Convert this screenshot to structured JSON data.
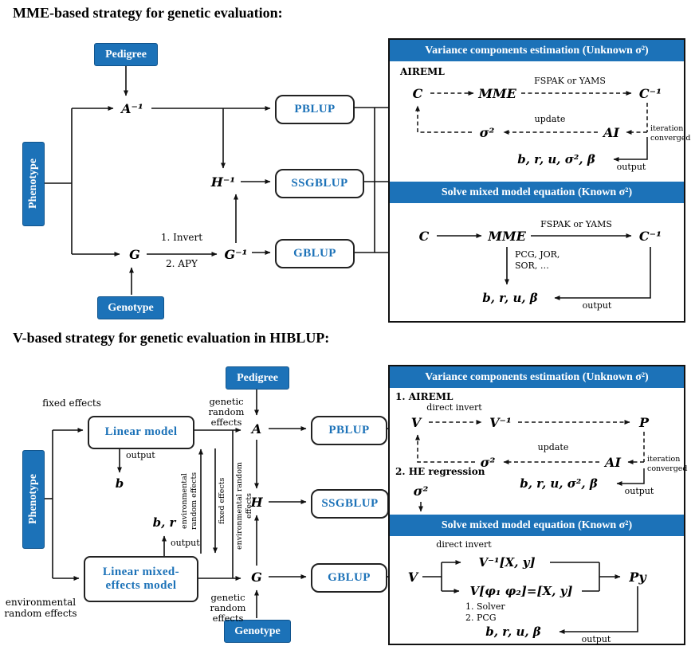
{
  "colors": {
    "blue": "#1c72b8"
  },
  "top": {
    "title": "MME-based strategy for genetic evaluation:",
    "pedigree": "Pedigree",
    "phenotype": "Phenotype",
    "genotype": "Genotype",
    "a_inv": "A⁻¹",
    "h_inv": "H⁻¹",
    "g": "G",
    "g_inv": "G⁻¹",
    "invert_step1": "1. Invert",
    "invert_step2": "2. APY",
    "pblup": "PBLUP",
    "ssgblup": "SSGBLUP",
    "gblup": "GBLUP",
    "vce": {
      "header": "Variance components estimation (Unknown σ²)",
      "method": "AIREML",
      "c": "C",
      "mme": "MME",
      "solver_lib": "FSPAK or YAMS",
      "c_inv": "C⁻¹",
      "update": "update",
      "sigma": "σ²",
      "ai": "AI",
      "iter_line1": "iteration",
      "iter_line2": "converged",
      "result": "b, r, u, σ², β",
      "output": "output"
    },
    "solve": {
      "header": "Solve mixed model equation (Known σ²)",
      "c": "C",
      "mme": "MME",
      "solver_lib": "FSPAK or YAMS",
      "c_inv": "C⁻¹",
      "solvers_line1": "PCG, JOR,",
      "solvers_line2": "SOR, …",
      "result": "b, r, u, β",
      "output": "output"
    }
  },
  "bottom": {
    "title": "V-based strategy for genetic evaluation in HIBLUP:",
    "pedigree": "Pedigree",
    "phenotype": "Phenotype",
    "genotype": "Genotype",
    "linear_model": "Linear model",
    "mixed_model_line1": "Linear mixed-",
    "mixed_model_line2": "effects model",
    "fixed_effects": "fixed effects",
    "env_random_effects": "environmental random effects",
    "genetic_random_effects": "genetic random effects",
    "output": "output",
    "b": "b",
    "br": "b, r",
    "a": "A",
    "h": "H",
    "g": "G",
    "pblup": "PBLUP",
    "ssgblup": "SSGBLUP",
    "gblup": "GBLUP",
    "vce": {
      "header": "Variance components estimation (Unknown σ²)",
      "method1": "1. AIREML",
      "v": "V",
      "direct_invert": "direct invert",
      "v_inv": "V⁻¹",
      "p": "P",
      "update": "update",
      "sigma": "σ²",
      "ai": "AI",
      "iter_line1": "iteration",
      "iter_line2": "converged",
      "method2": "2. HE regression",
      "sigma_he": "σ²",
      "result": "b, r, u, σ², β",
      "output": "output"
    },
    "solve": {
      "header": "Solve mixed model equation (Known σ²)",
      "direct_invert": "direct invert",
      "v": "V",
      "eq_top": "V⁻¹[X, y]",
      "eq_bottom": "V[φ₁ φ₂]=[X, y]",
      "solver_line1": "1. Solver",
      "solver_line2": "2. PCG",
      "py": "Py",
      "result": "b, r, u, β",
      "output": "output"
    }
  }
}
